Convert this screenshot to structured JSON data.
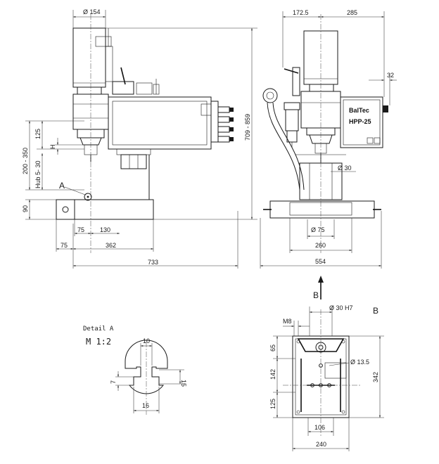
{
  "side_view": {
    "dim_top_dia": "Ø 154",
    "dim_125": "125",
    "dim_200_350": "200 - 350",
    "dim_hub": "Hub 5- 30",
    "dim_h": "H",
    "dim_90": "90",
    "dim_75_a": "75",
    "dim_130": "130",
    "dim_75_b": "75",
    "dim_362": "362",
    "dim_733": "733",
    "dim_709_859": "709 - 859",
    "label_a": "A"
  },
  "front_view": {
    "dim_172_5": "172.5",
    "dim_285": "285",
    "dim_32": "32",
    "dim_dia_30": "Ø 30",
    "dim_dia_75": "Ø 75",
    "dim_260": "260",
    "dim_554": "554",
    "brand_line1": "BalTec",
    "brand_line2": "HPP-25"
  },
  "arrow_b": {
    "label": "B"
  },
  "detail": {
    "title": "Detail A",
    "scale": "M 1:2",
    "dim_10": "10",
    "dim_7": "7",
    "dim_15": "15",
    "dim_16": "16"
  },
  "base_view": {
    "title": "B",
    "dim_m8": "M8",
    "dim_dia_30h7": "Ø 30 H7",
    "dim_dia_13_5": "Ø 13.5",
    "dim_65": "65",
    "dim_142": "142",
    "dim_125": "125",
    "dim_342": "342",
    "dim_106": "106",
    "dim_240": "240"
  }
}
